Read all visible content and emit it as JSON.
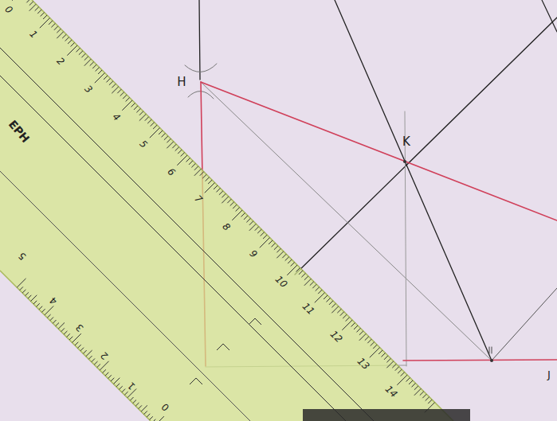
{
  "diagram": {
    "labels": [
      "H",
      "K",
      "J",
      "EPH",
      "0",
      "1",
      "2",
      "3",
      "4",
      "5",
      "6",
      "7",
      "8",
      "9",
      "10",
      "11",
      "12",
      "13",
      "14",
      "5",
      "4",
      "3",
      "2",
      "1",
      "0"
    ]
  }
}
